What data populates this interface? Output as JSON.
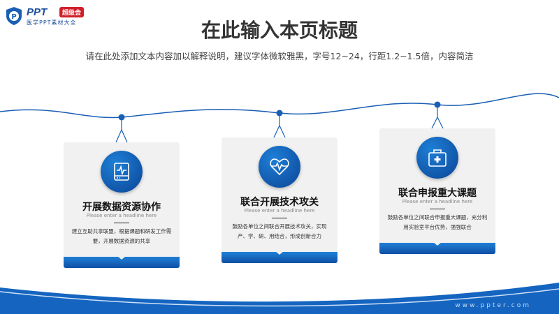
{
  "logo": {
    "main": "PPT",
    "badge": "超级会",
    "sub": "医学PPT素材大全"
  },
  "header": {
    "title": "在此输入本页标题",
    "subtitle": "请在此处添加文本内容加以解释说明，建议字体微软雅黑，字号12~24，行距1.2~1.5倍，内容简洁"
  },
  "cards": [
    {
      "icon": "monitor-pulse-icon",
      "title": "开展数据资源协作",
      "subtitle": "Please enter a headline here",
      "body": "建立互助共享联盟，根据课题和研发工作需要，开展数据资源的共享"
    },
    {
      "icon": "heart-pulse-icon",
      "title": "联合开展技术攻关",
      "subtitle": "Please enter a headline here",
      "body": "鼓励各单位之间联合开展技术攻关，实现产、学、研、用结合，形成创新合力"
    },
    {
      "icon": "medical-kit-icon",
      "title": "联合申报重大课题",
      "subtitle": "Please enter a headline here",
      "body": "鼓励各单位之间联合申报重大课题，充分利用实验室平台优势，强强联合"
    }
  ],
  "footer": {
    "url": "www.ppter.com"
  },
  "colors": {
    "accent": "#1565c0",
    "card": "#f1f1f1"
  }
}
